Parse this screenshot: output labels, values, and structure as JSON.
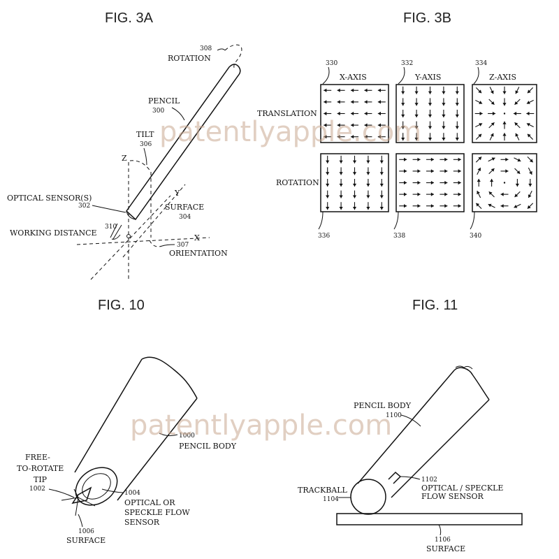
{
  "fig3a": {
    "title": "FIG. 3A",
    "rotation_num": "308",
    "rotation": "ROTATION",
    "pencil": "PENCIL",
    "pencil_num": "300",
    "tilt": "TILT",
    "tilt_num": "306",
    "z": "Z",
    "y": "Y",
    "x": "X",
    "optical": "OPTICAL SENSOR(S)",
    "optical_num": "302",
    "surface": "SURFACE",
    "surface_num": "304",
    "wd_num": "310",
    "working_distance": "WORKING DISTANCE",
    "orient_num": "307",
    "orientation": "ORIENTATION"
  },
  "fig3b": {
    "title": "FIG. 3B",
    "col_nums": [
      "330",
      "332",
      "334"
    ],
    "col_labels": [
      "X-AXIS",
      "Y-AXIS",
      "Z-AXIS"
    ],
    "row_labels": [
      "TRANSLATION",
      "ROTATION"
    ],
    "bottom_nums": [
      "336",
      "338",
      "340"
    ]
  },
  "fig10": {
    "title": "FIG. 10",
    "body_num": "1000",
    "body": "PENCIL BODY",
    "free1": "FREE-",
    "free2": "TO-ROTATE",
    "free3": "TIP",
    "tip_num": "1002",
    "sensor_num": "1004",
    "sensor1": "OPTICAL OR",
    "sensor2": "SPECKLE FLOW",
    "sensor3": "SENSOR",
    "surface_num": "1006",
    "surface": "SURFACE"
  },
  "fig11": {
    "title": "FIG. 11",
    "body": "PENCIL BODY",
    "body_num": "1100",
    "sensor_num": "1102",
    "sensor1": "OPTICAL / SPECKLE",
    "sensor2": "FLOW SENSOR",
    "trackball": "TRACKBALL",
    "trackball_num": "1104",
    "surface_num": "1106",
    "surface": "SURFACE"
  },
  "watermark": "patentlyapple.com"
}
